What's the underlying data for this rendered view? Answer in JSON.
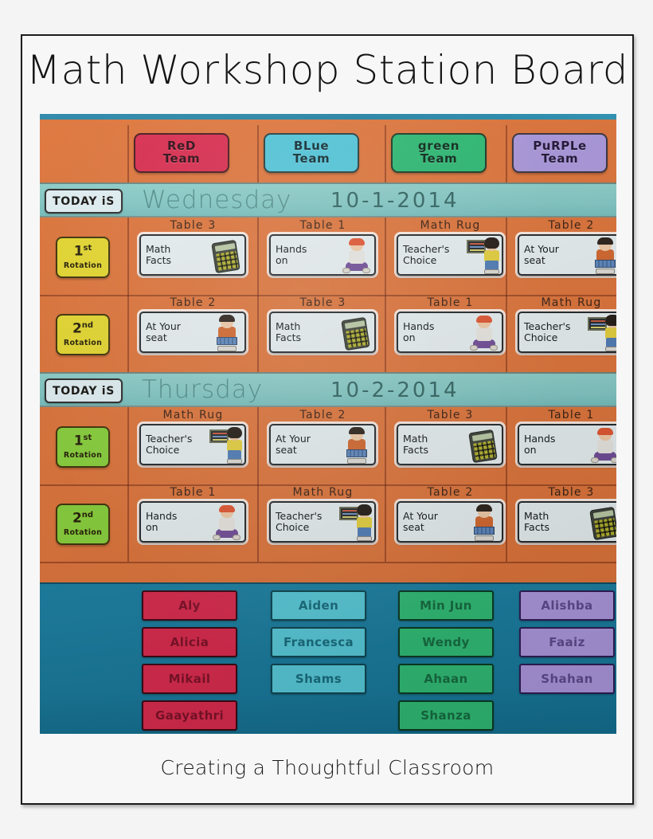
{
  "page": {
    "title": "Math Workshop Station Board",
    "footer": "Creating a Thoughtful Classroom"
  },
  "colors": {
    "board_orange": "#dd7339",
    "banner_teal": "#81c6c3",
    "names_panel": "#1a7fa1",
    "red_team": "#d8294c",
    "blue_team": "#4fc4d8",
    "green_team": "#2ab871",
    "purple_team": "#a996da",
    "rotation_yellow": "#e3d62e",
    "rotation_green": "#87cf3a"
  },
  "teams": [
    {
      "id": "red",
      "label": "ReD\nTeam",
      "bg": "#d8294c",
      "text": "#2a0710"
    },
    {
      "id": "blue",
      "label": "BLue\nTeam",
      "bg": "#4fc4d8",
      "text": "#0c2a30"
    },
    {
      "id": "green",
      "label": "green\nTeam",
      "bg": "#2ab871",
      "text": "#072617"
    },
    {
      "id": "purple",
      "label": "PuRPLe\nTeam",
      "bg": "#a996da",
      "text": "#1e1334"
    }
  ],
  "days": [
    {
      "today_label": "TODAY iS",
      "day_name": "Wednesday",
      "date": "10-1-2014",
      "rotation_color": "#e3d62e",
      "rotations": [
        {
          "number": "1",
          "ordinal": "st",
          "word": "Rotation",
          "stations": [
            {
              "location": "Table  3",
              "name": "Math\nFacts",
              "art": "calculator-icon"
            },
            {
              "location": "Table  1",
              "name": "Hands\non",
              "art": "sitting-kid-icon"
            },
            {
              "location": "Math  Rug",
              "name": "Teacher's\nChoice",
              "art": "teacher-chalkboard-icon"
            },
            {
              "location": "Table  2",
              "name": "At Your\nseat",
              "art": "seated-kid-icon"
            }
          ]
        },
        {
          "number": "2",
          "ordinal": "nd",
          "word": "Rotation",
          "stations": [
            {
              "location": "Table  2",
              "name": "At Your\nseat",
              "art": "seated-kid-icon"
            },
            {
              "location": "Table  3",
              "name": "Math\nFacts",
              "art": "calculator-icon"
            },
            {
              "location": "Table  1",
              "name": "Hands\non",
              "art": "sitting-kid-icon"
            },
            {
              "location": "Math  Rug",
              "name": "Teacher's\nChoice",
              "art": "teacher-chalkboard-icon"
            }
          ]
        }
      ]
    },
    {
      "today_label": "TODAY iS",
      "day_name": "Thursday",
      "date": "10-2-2014",
      "rotation_color": "#87cf3a",
      "rotations": [
        {
          "number": "1",
          "ordinal": "st",
          "word": "Rotation",
          "stations": [
            {
              "location": "Math  Rug",
              "name": "Teacher's\nChoice",
              "art": "teacher-chalkboard-icon"
            },
            {
              "location": "Table  2",
              "name": "At Your\nseat",
              "art": "seated-kid-icon"
            },
            {
              "location": "Table  3",
              "name": "Math\nFacts",
              "art": "calculator-icon"
            },
            {
              "location": "Table  1",
              "name": "Hands\non",
              "art": "sitting-kid-icon"
            }
          ]
        },
        {
          "number": "2",
          "ordinal": "nd",
          "word": "Rotation",
          "stations": [
            {
              "location": "Table  1",
              "name": "Hands\non",
              "art": "sitting-kid-icon"
            },
            {
              "location": "Math  Rug",
              "name": "Teacher's\nChoice",
              "art": "teacher-chalkboard-icon"
            },
            {
              "location": "Table  2",
              "name": "At Your\nseat",
              "art": "seated-kid-icon"
            },
            {
              "location": "Table  3",
              "name": "Math\nFacts",
              "art": "calculator-icon"
            }
          ]
        }
      ]
    }
  ],
  "roster": [
    {
      "team": "red",
      "bg": "#d8294c",
      "border": "#3b0713",
      "text": "#7d1027",
      "names": [
        "Aly",
        "Alicia",
        "Mikail",
        "Gaayathri"
      ]
    },
    {
      "team": "blue",
      "bg": "#56c7d6",
      "border": "#0d4450",
      "text": "#176b7c",
      "names": [
        "Aiden",
        "Francesca",
        "Shams"
      ]
    },
    {
      "team": "green",
      "bg": "#2fba74",
      "border": "#0a3a22",
      "text": "#156b40",
      "names": [
        "Min Jun",
        "Wendy",
        "Ahaan",
        "Shanza"
      ]
    },
    {
      "team": "purple",
      "bg": "#ab96dc",
      "border": "#2d1c55",
      "text": "#5c4a8c",
      "names": [
        "Alishba",
        "Faaiz",
        "Shahan"
      ]
    }
  ]
}
